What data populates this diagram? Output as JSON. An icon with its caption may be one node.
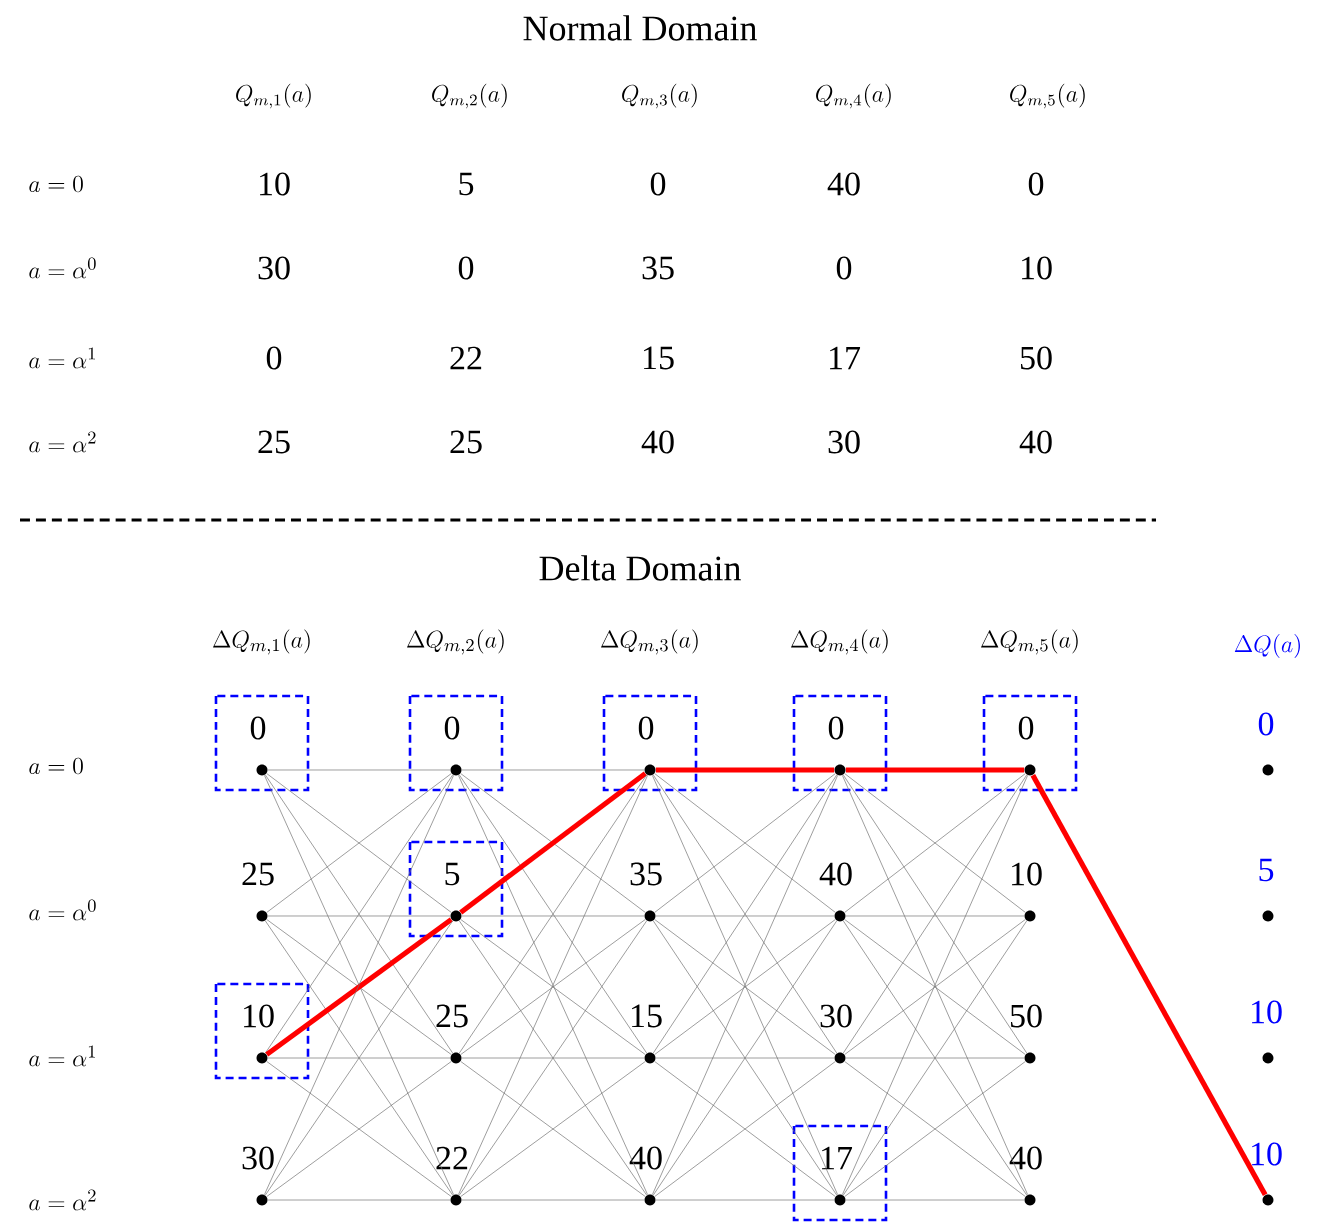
{
  "diagram": {
    "nodes": [
      {
        "text": [],
        "shape": "circle",
        "beside": [
          "0"
        ]
      },
      {
        "text": [],
        "shape": "circle",
        "beside": [
          "25"
        ]
      },
      {
        "text": [],
        "shape": "circle",
        "beside": [
          "10"
        ]
      },
      {
        "text": [],
        "shape": "circle",
        "beside": [
          "30"
        ]
      },
      {
        "text": [],
        "shape": "circle",
        "beside": [
          "0"
        ]
      },
      {
        "text": [],
        "shape": "circle",
        "beside": [
          "5"
        ]
      },
      {
        "text": [],
        "shape": "circle",
        "beside": [
          "25"
        ]
      },
      {
        "text": [],
        "shape": "circle",
        "beside": [
          "22"
        ]
      },
      {
        "text": [],
        "shape": "circle",
        "beside": [
          "0"
        ]
      },
      {
        "text": [],
        "shape": "circle",
        "beside": [
          "35"
        ]
      },
      {
        "text": [],
        "shape": "circle",
        "beside": [
          "15"
        ]
      },
      {
        "text": [],
        "shape": "circle",
        "beside": [
          "40"
        ]
      },
      {
        "text": [],
        "shape": "circle",
        "beside": [
          "0"
        ]
      },
      {
        "text": [],
        "shape": "circle",
        "beside": [
          "40"
        ]
      },
      {
        "text": [],
        "shape": "circle",
        "beside": [
          "30"
        ]
      },
      {
        "text": [],
        "shape": "circle",
        "beside": [
          "17"
        ]
      },
      {
        "text": [],
        "shape": "circle",
        "beside": [
          "0"
        ]
      },
      {
        "text": [],
        "shape": "circle",
        "beside": [
          "10"
        ]
      },
      {
        "text": [],
        "shape": "circle",
        "beside": [
          "50"
        ]
      },
      {
        "text": [],
        "shape": "circle",
        "beside": [
          "40"
        ]
      },
      {
        "text": [],
        "shape": "circle",
        "beside": [
          "0"
        ]
      },
      {
        "text": [],
        "shape": "circle",
        "beside": [
          "5"
        ]
      },
      {
        "text": [],
        "shape": "circle",
        "beside": [
          "10"
        ]
      },
      {
        "text": [],
        "shape": "circle",
        "beside": [
          "10"
        ]
      }
    ],
    "edges": [
      {
        "from": 0,
        "to": 4,
        "arrow": "none"
      },
      {
        "from": 0,
        "to": 5,
        "arrow": "none"
      },
      {
        "from": 0,
        "to": 6,
        "arrow": "none"
      },
      {
        "from": 0,
        "to": 7,
        "arrow": "none"
      },
      {
        "from": 1,
        "to": 4,
        "arrow": "none"
      },
      {
        "from": 1,
        "to": 5,
        "arrow": "none"
      },
      {
        "from": 1,
        "to": 6,
        "arrow": "none"
      },
      {
        "from": 1,
        "to": 7,
        "arrow": "none"
      },
      {
        "from": 2,
        "to": 4,
        "arrow": "none"
      },
      {
        "from": 2,
        "to": 5,
        "arrow": "none",
        "style": "thick",
        "color": "#ff0000"
      },
      {
        "from": 2,
        "to": 6,
        "arrow": "none"
      },
      {
        "from": 2,
        "to": 7,
        "arrow": "none"
      },
      {
        "from": 3,
        "to": 4,
        "arrow": "none"
      },
      {
        "from": 3,
        "to": 5,
        "arrow": "none"
      },
      {
        "from": 3,
        "to": 6,
        "arrow": "none"
      },
      {
        "from": 3,
        "to": 7,
        "arrow": "none"
      },
      {
        "from": 4,
        "to": 8,
        "arrow": "none"
      },
      {
        "from": 4,
        "to": 9,
        "arrow": "none"
      },
      {
        "from": 4,
        "to": 10,
        "arrow": "none"
      },
      {
        "from": 4,
        "to": 11,
        "arrow": "none"
      },
      {
        "from": 5,
        "to": 8,
        "arrow": "none",
        "style": "thick",
        "color": "#ff0000"
      },
      {
        "from": 5,
        "to": 9,
        "arrow": "none"
      },
      {
        "from": 5,
        "to": 10,
        "arrow": "none"
      },
      {
        "from": 5,
        "to": 11,
        "arrow": "none"
      },
      {
        "from": 6,
        "to": 8,
        "arrow": "none"
      },
      {
        "from": 6,
        "to": 9,
        "arrow": "none"
      },
      {
        "from": 6,
        "to": 10,
        "arrow": "none"
      },
      {
        "from": 6,
        "to": 11,
        "arrow": "none"
      },
      {
        "from": 7,
        "to": 8,
        "arrow": "none"
      },
      {
        "from": 7,
        "to": 9,
        "arrow": "none"
      },
      {
        "from": 7,
        "to": 10,
        "arrow": "none"
      },
      {
        "from": 7,
        "to": 11,
        "arrow": "none"
      },
      {
        "from": 8,
        "to": 12,
        "arrow": "none",
        "style": "thick",
        "color": "#ff0000"
      },
      {
        "from": 8,
        "to": 13,
        "arrow": "none"
      },
      {
        "from": 8,
        "to": 14,
        "arrow": "none"
      },
      {
        "from": 8,
        "to": 15,
        "arrow": "none"
      },
      {
        "from": 9,
        "to": 12,
        "arrow": "none"
      },
      {
        "from": 9,
        "to": 13,
        "arrow": "none"
      },
      {
        "from": 9,
        "to": 14,
        "arrow": "none"
      },
      {
        "from": 9,
        "to": 15,
        "arrow": "none"
      },
      {
        "from": 10,
        "to": 12,
        "arrow": "none"
      },
      {
        "from": 10,
        "to": 13,
        "arrow": "none"
      },
      {
        "from": 10,
        "to": 14,
        "arrow": "none"
      },
      {
        "from": 10,
        "to": 15,
        "arrow": "none"
      },
      {
        "from": 11,
        "to": 12,
        "arrow": "none"
      },
      {
        "from": 11,
        "to": 13,
        "arrow": "none"
      },
      {
        "from": 11,
        "to": 14,
        "arrow": "none"
      },
      {
        "from": 11,
        "to": 15,
        "arrow": "none"
      },
      {
        "from": 12,
        "to": 16,
        "arrow": "none",
        "style": "thick",
        "color": "#ff0000"
      },
      {
        "from": 12,
        "to": 17,
        "arrow": "none"
      },
      {
        "from": 12,
        "to": 18,
        "arrow": "none"
      },
      {
        "from": 12,
        "to": 19,
        "arrow": "none"
      },
      {
        "from": 13,
        "to": 16,
        "arrow": "none"
      },
      {
        "from": 13,
        "to": 17,
        "arrow": "none"
      },
      {
        "from": 13,
        "to": 18,
        "arrow": "none"
      },
      {
        "from": 13,
        "to": 19,
        "arrow": "none"
      },
      {
        "from": 14,
        "to": 16,
        "arrow": "none"
      },
      {
        "from": 14,
        "to": 17,
        "arrow": "none"
      },
      {
        "from": 14,
        "to": 18,
        "arrow": "none"
      },
      {
        "from": 14,
        "to": 19,
        "arrow": "none"
      },
      {
        "from": 15,
        "to": 16,
        "arrow": "none"
      },
      {
        "from": 15,
        "to": 17,
        "arrow": "none"
      },
      {
        "from": 15,
        "to": 18,
        "arrow": "none"
      },
      {
        "from": 15,
        "to": 19,
        "arrow": "none"
      },
      {
        "from": 16,
        "to": 23,
        "arrow": "none",
        "style": "thick",
        "color": "#ff0000"
      }
    ],
    "labels": [
      "Normal Domain",
      "Q_{m,1}(a)",
      "Q_{m,2}(a)",
      "Q_{m,3}(a)",
      "Q_{m,4}(a)",
      "Q_{m,5}(a)",
      "a=0",
      "10",
      "5",
      "0",
      "40",
      "0",
      "a=\\alpha^0",
      "30",
      "0",
      "35",
      "0",
      "10",
      "a=\\alpha^1",
      "0",
      "22",
      "15",
      "17",
      "50",
      "a=\\alpha^2",
      "25",
      "25",
      "40",
      "30",
      "40",
      "Delta Domain",
      "\\Delta Q_{m,1}(a)",
      "\\Delta Q_{m,2}(a)",
      "\\Delta Q_{m,3}(a)",
      "\\Delta Q_{m,4}(a)",
      "\\Delta Q_{m,5}(a)",
      "\\Delta Q(a)",
      "a=0",
      "a=\\alpha^0",
      "a=\\alpha^1",
      "a=\\alpha^2"
    ]
  }
}
